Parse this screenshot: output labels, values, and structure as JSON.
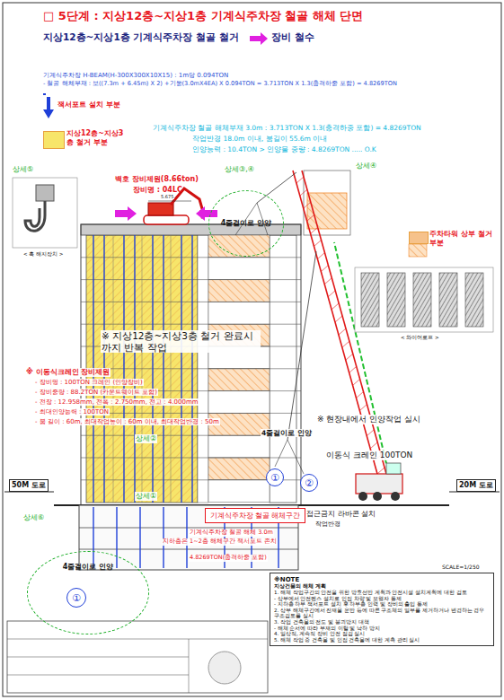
{
  "diagram": {
    "title": "□ 5단계 : 지상12층~지상1층 기계식주차장 철골 해체 단면",
    "nodes": [
      {
        "text": [
          "4줄걸이로 인양"
        ]
      },
      {
        "text": [
          "①"
        ]
      },
      {
        "text": [
          "②"
        ]
      },
      {
        "text": [
          "기계식주차장 철골 해체구간"
        ]
      },
      {
        "text": [
          "4줄걸이로 인양"
        ]
      },
      {
        "text": [
          "①"
        ],
        "in": 4
      },
      {
        "text": [
          "※NOTE",
          "지상건물의 해체 계획",
          "1. 해체 작업구간의 안전을 위한 방호선반 계획과 안전시설 설치계획에 대한 검토",
          "- 상부에서 안전펜스 설치로 인접 차량 및 보행자 통제",
          "- 지하층 하부 잭서포트 설치 후 하부층 인력 및 장비의 출입 통제",
          "2. 상부 해체구간에서 잔재물 운반 등에 따른 구조체의 일부를 제거하거나 변경하는 경우 구조검토를 실시",
          "3. 작업 건축물의 전도 및 붕괴방지 대책",
          "- 해체 순서에 따라 부재의 이탈 및 낙하 방지",
          "4. 일상적, 계속적 장비 안전 점검 실시",
          "5. 해체 작업 중 건축물 및 인접 건축물에 대한 계측 관리 실시"
        ]
      }
    ],
    "labels": [
      "지상12층~지상1층 기계식주차장 철골 철거",
      "장비 철수",
      "기계식주차장 H-BEAM(H-300X300X10X15) : 1m당 0.094TON",
      "- 철골 해체부재 : 보((7.3m + 6.45m) X 2) +기둥(3.0mX4EA) X 0.094TON = 3.713TON X 1.3(충격하중 포함) = 4.8269TON",
      "기계식주차장 철골 해체부재 3.0m : 3.713TON X 1.3(충격하중 포함) = 4.8269TON",
      "작업반경 18.0m 이내, 붐길이 55.6m 이내",
      "인양능력 : 10.4TON > 인양물 중량 : 4.8269TON ..... O.K",
      "상세⑤",
      "백호 장비제원(8.66ton)",
      "장비명 : 04LC",
      "상세③,④",
      "상세④",
      "5.675",
      "※ 지상12층~지상3층 철거 완료시까지 반복 작업",
      "※ 이동식크레인 장비제원",
      "- 장비명 : 100TON 크레인 (인양장비)",
      "- 장비중량 : 88.2TON (카운트웨이트 포함)",
      "- 전장 : 12.958mm, 전폭 : 2.750mm, 전고 : 4.000mm",
      "- 최대인양능력 : 100TON",
      "- 붐 길이 : 60m, 최대작업높이 : 60m 이내, 최대작업반경 : 50m",
      "※ 현장내에서 인양작업 실시",
      "4줄걸이로 인양",
      "이동식 크레인 100TON",
      "상세②",
      "상세①",
      "상세⑥",
      "50M 도로",
      "20M 도로",
      "기계식주차장 철골 해체 3.0m",
      "지하층은 1~2층 해체구간 잭서포트 존치",
      "4.8269TON(충격하중 포함)",
      "접근금지 라바콘 설치",
      "작업반경",
      "SCALE=1/250",
      "< 훅 해지장치 >",
      "< 와이어로프 >"
    ],
    "legend": [
      {
        "text": "잭서포트 설치 부분",
        "color": "#1f3fd8"
      },
      {
        "text": "지상12층~지상3층 철거 부분",
        "color": "#f7e56a"
      },
      {
        "text": "주차타워 상부 철거 부분",
        "color": "#f6c28b"
      }
    ]
  }
}
